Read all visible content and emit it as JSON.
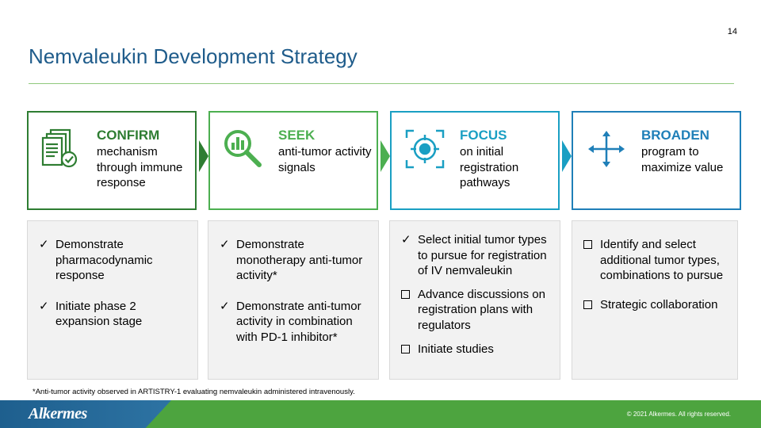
{
  "page_number": "14",
  "title": "Nemvaleukin Development Strategy",
  "colors": {
    "confirm": "#2e7d32",
    "seek": "#4caf50",
    "focus": "#1a9fc3",
    "broaden": "#1f7fb8",
    "title": "#1f5c8b"
  },
  "stages": [
    {
      "title": "CONFIRM",
      "desc": "mechanism through immune response",
      "icon": "document-check-icon"
    },
    {
      "title": "SEEK",
      "desc": "anti-tumor activity signals",
      "icon": "magnifier-chart-icon"
    },
    {
      "title": "FOCUS",
      "desc": "on initial registration pathways",
      "icon": "target-icon"
    },
    {
      "title": "BROADEN",
      "desc": "program to maximize value",
      "icon": "expand-arrows-icon"
    }
  ],
  "details": [
    [
      {
        "mark": "check",
        "text": "Demonstrate pharmacodynamic response"
      },
      {
        "mark": "check",
        "text": "Initiate phase 2 expansion stage"
      }
    ],
    [
      {
        "mark": "check",
        "text": "Demonstrate monotherapy anti-tumor activity*"
      },
      {
        "mark": "check",
        "text": "Demonstrate anti-tumor activity in combination with PD-1 inhibitor*"
      }
    ],
    [
      {
        "mark": "check",
        "text": "Select initial tumor types to pursue for registration of IV nemvaleukin"
      },
      {
        "mark": "box",
        "text": "Advance discussions on registration plans with regulators"
      },
      {
        "mark": "box",
        "text": "Initiate studies"
      }
    ],
    [
      {
        "mark": "box",
        "text": "Identify and select additional tumor types, combinations to pursue"
      },
      {
        "mark": "box",
        "text": "Strategic collaboration"
      }
    ]
  ],
  "footnote": "*Anti-tumor activity observed in ARTISTRY-1 evaluating nemvaleukin administered intravenously.",
  "logo": "Alkermes",
  "copyright": "© 2021 Alkermes. All rights reserved."
}
